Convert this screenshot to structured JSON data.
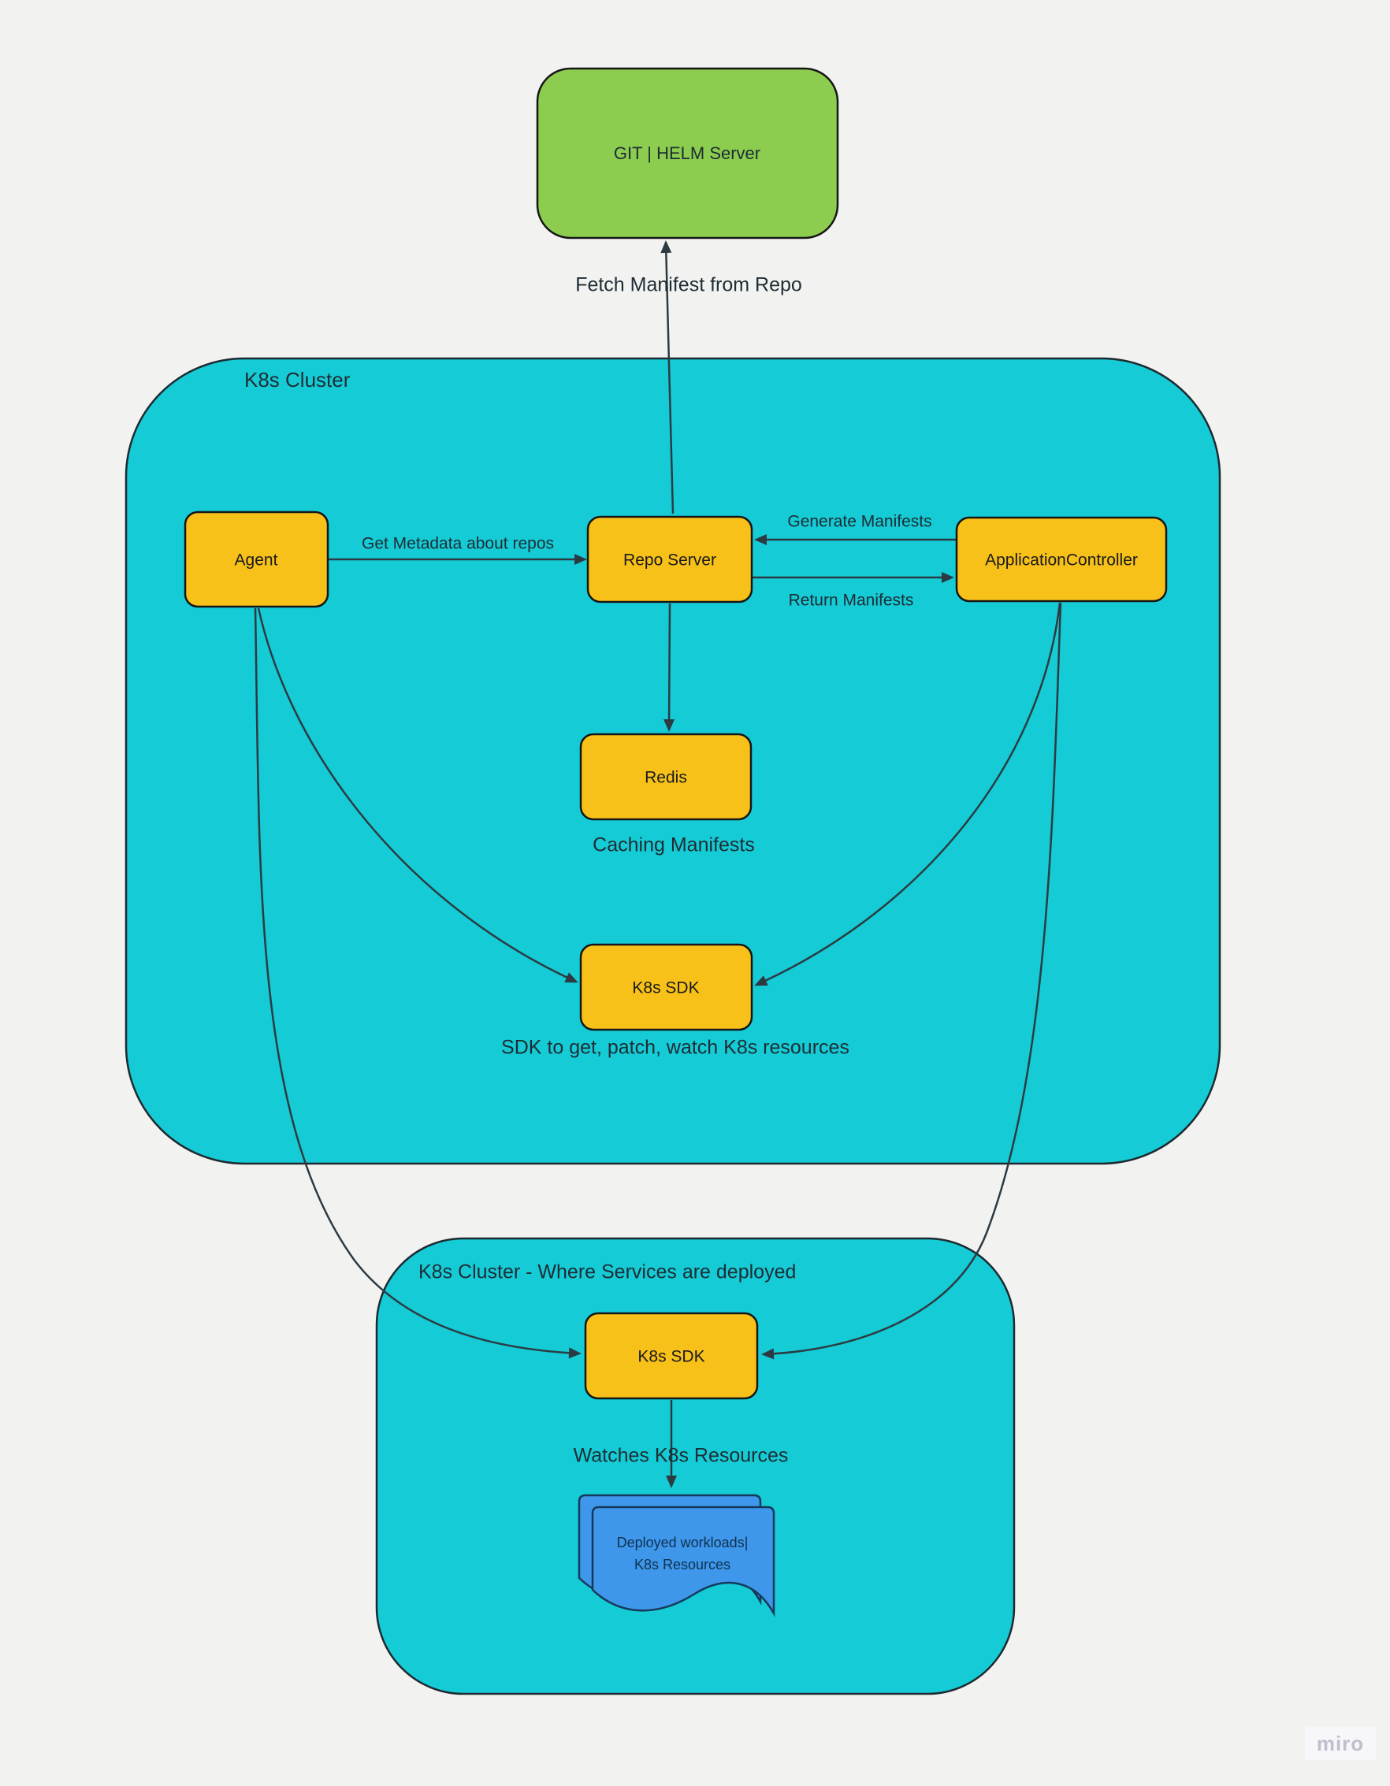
{
  "colors": {
    "background": "#F2F2F1",
    "cluster_fill": "#15CBD5",
    "node_fill": "#F7C11A",
    "external_fill": "#8CCC4F",
    "document_fill": "#3E97EA",
    "connector": "#2C3B42"
  },
  "external": {
    "git_server": "GIT | HELM Server"
  },
  "clusters": {
    "main": "K8s Cluster",
    "deploy": "K8s Cluster - Where Services are deployed"
  },
  "nodes": {
    "agent": "Agent",
    "repo_server": "Repo Server",
    "app_controller": "ApplicationController",
    "redis": "Redis",
    "k8s_sdk_main": "K8s SDK",
    "k8s_sdk_deploy": "K8s SDK"
  },
  "document": {
    "line1": "Deployed workloads|",
    "line2": "K8s Resources"
  },
  "edge_labels": {
    "fetch_manifest": "Fetch Manifest from Repo",
    "get_metadata": "Get Metadata about repos",
    "generate_manifests": "Generate Manifests",
    "return_manifests": "Return Manifests",
    "caching_manifests": "Caching Manifests",
    "sdk_caption": "SDK to get, patch, watch K8s resources",
    "watches_resources": "Watches K8s Resources"
  },
  "watermark": "miro"
}
